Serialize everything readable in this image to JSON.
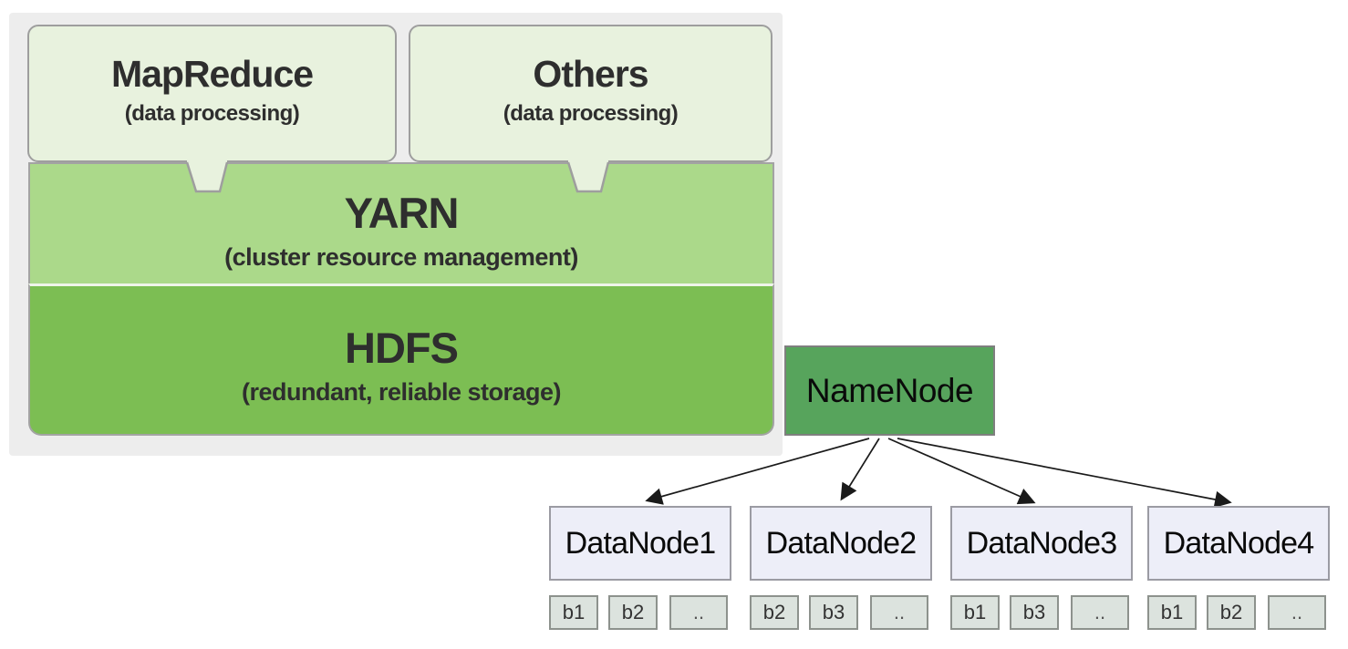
{
  "stack": {
    "mapreduce": {
      "title": "MapReduce",
      "subtitle": "(data processing)"
    },
    "others": {
      "title": "Others",
      "subtitle": "(data processing)"
    },
    "yarn": {
      "title": "YARN",
      "subtitle": "(cluster resource management)"
    },
    "hdfs": {
      "title": "HDFS",
      "subtitle": "(redundant, reliable storage)"
    }
  },
  "cluster": {
    "namenode_label": "NameNode",
    "datanodes": [
      {
        "label": "DataNode1",
        "blocks": [
          "b1",
          "b2",
          ".."
        ]
      },
      {
        "label": "DataNode2",
        "blocks": [
          "b2",
          "b3",
          ".."
        ]
      },
      {
        "label": "DataNode3",
        "blocks": [
          "b1",
          "b3",
          ".."
        ]
      },
      {
        "label": "DataNode4",
        "blocks": [
          "b1",
          "b2",
          ".."
        ]
      }
    ]
  },
  "colors": {
    "panel_bg": "#EDEDED",
    "bubble_bg": "#E8F2DE",
    "yarn_bg": "#ABD98A",
    "hdfs_bg": "#7CBE53",
    "namenode_bg": "#57A45C",
    "datanode_bg": "#EDEEF8",
    "block_bg": "#DCE3DE",
    "border_gray": "#9E9E9E",
    "arrow": "#1A1A1A"
  }
}
